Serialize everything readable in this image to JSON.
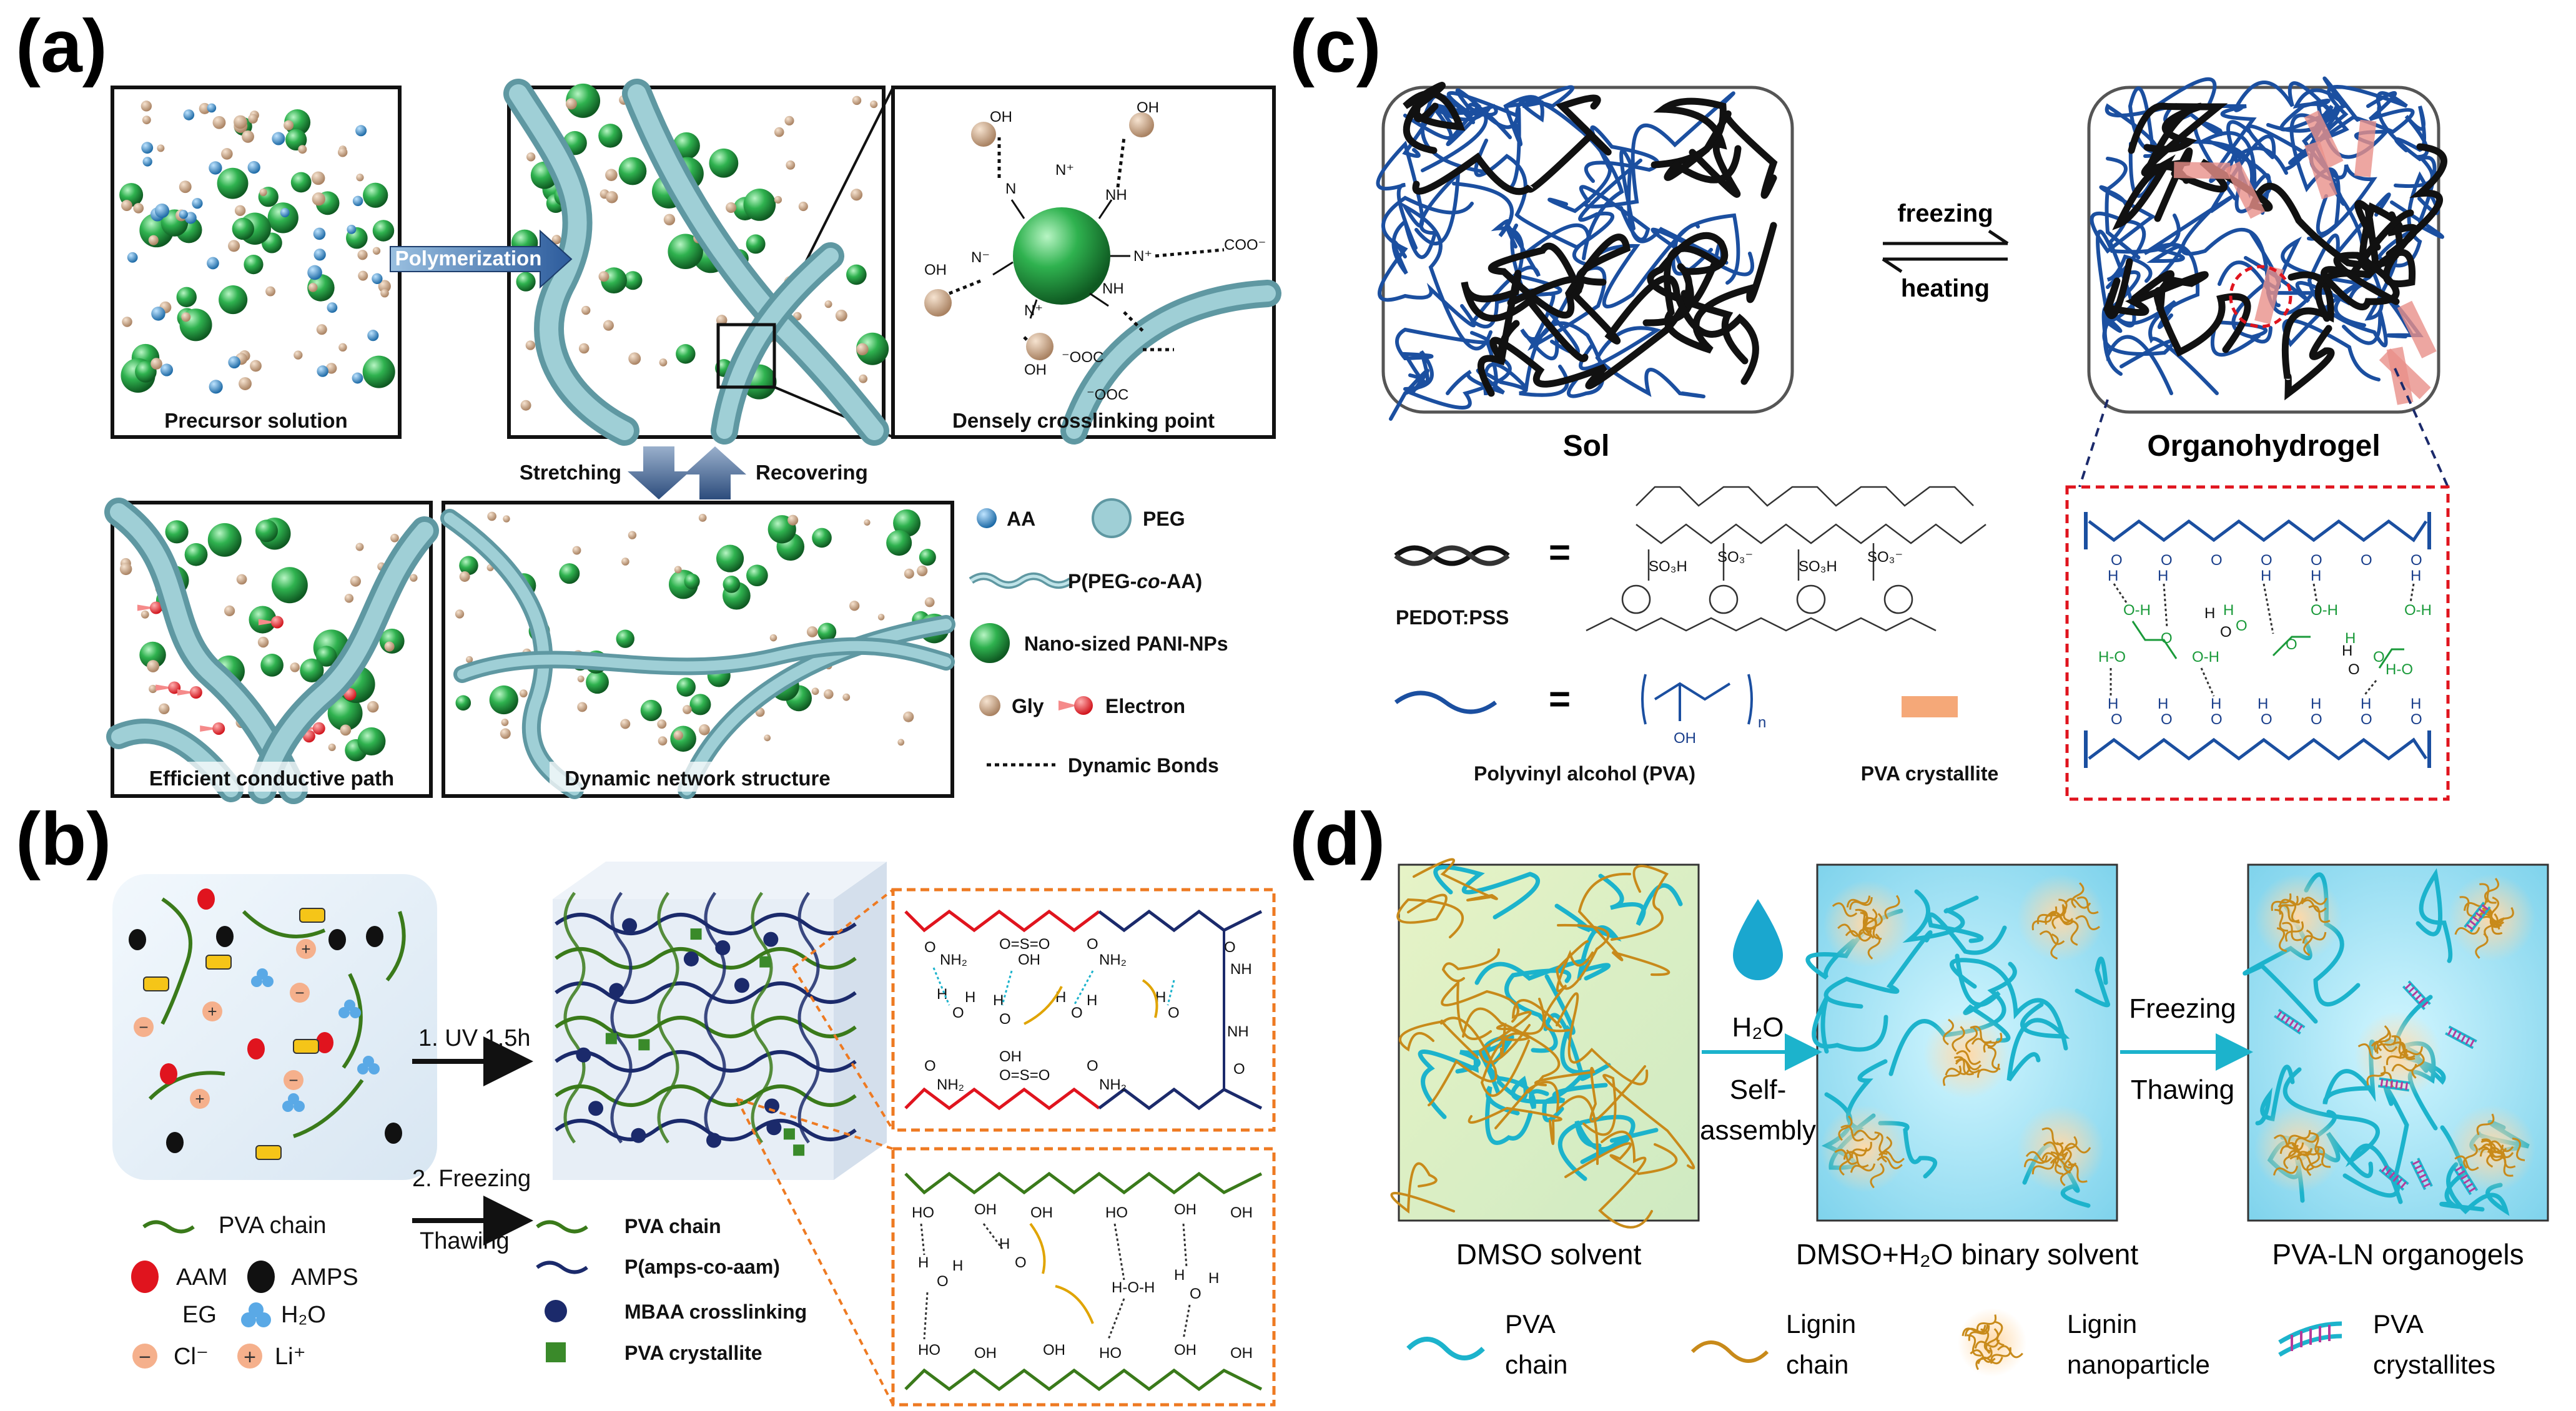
{
  "panels": {
    "a": {
      "label": "(a)",
      "captions": {
        "precursor": "Precursor solution",
        "crosslink": "Densely crosslinking point",
        "conductive": "Efficient conductive path",
        "dynamic": "Dynamic network structure"
      },
      "arrows": {
        "polymerization": "Polymerization",
        "stretching": "Stretching",
        "recovering": "Recovering"
      },
      "legend": {
        "aa": "AA",
        "peg": "PEG",
        "copolymer_prefix": "P(PEG-",
        "copolymer_italic": "co",
        "copolymer_suffix": "-AA)",
        "pani": "Nano-sized PANI-NPs",
        "gly": "Gly",
        "electron": "Electron",
        "bonds": "Dynamic Bonds"
      }
    },
    "b": {
      "label": "(b)",
      "steps": {
        "uv": "1. UV 1.5h",
        "freezing": "2. Freezing",
        "thawing": "Thawing"
      },
      "legend_left": {
        "pva_chain": "PVA chain",
        "aam": "AAM",
        "amps": "AMPS",
        "eg": "EG",
        "h2o": "H₂O",
        "cl": "Cl⁻",
        "li": "Li⁺"
      },
      "legend_right": {
        "pva_chain": "PVA chain",
        "copolymer": "P(amps-co-aam)",
        "mbaa": "MBAA crosslinking",
        "crystallite": "PVA crystallite"
      }
    },
    "c": {
      "label": "(c)",
      "sol": "Sol",
      "organohydrogel": "Organohydrogel",
      "freezing": "freezing",
      "heating": "heating",
      "pedot": "PEDOT:PSS",
      "pva": "Polyvinyl alcohol (PVA)",
      "pva_crystallite": "PVA crystallite"
    },
    "d": {
      "label": "(d)",
      "h2o": "H₂O",
      "self_assembly_1": "Self-",
      "self_assembly_2": "assembly",
      "freezing": "Freezing",
      "thawing": "Thawing",
      "captions": {
        "dmso": "DMSO solvent",
        "binary": "DMSO+H₂O binary solvent",
        "organogels": "PVA-LN organogels"
      },
      "legend": {
        "pva_1": "PVA",
        "pva_2": "chain",
        "lignin_1": "Lignin",
        "lignin_2": "chain",
        "np_1": "Lignin",
        "np_2": "nanoparticle",
        "cryst_1": "PVA",
        "cryst_2": "crystallites"
      }
    }
  },
  "colors": {
    "pani_green": "#1f9e3f",
    "peg_teal": "#7fb8c0",
    "pva_chain": "#3a7a1a",
    "copolymer": "#1b2a6b",
    "aam_red": "#e0141e",
    "c_blue": "#1b4fa0",
    "d_cyan": "#1cb3cc",
    "lignin": "#c88a1a",
    "crystallite_pink": "#e06b9a"
  }
}
